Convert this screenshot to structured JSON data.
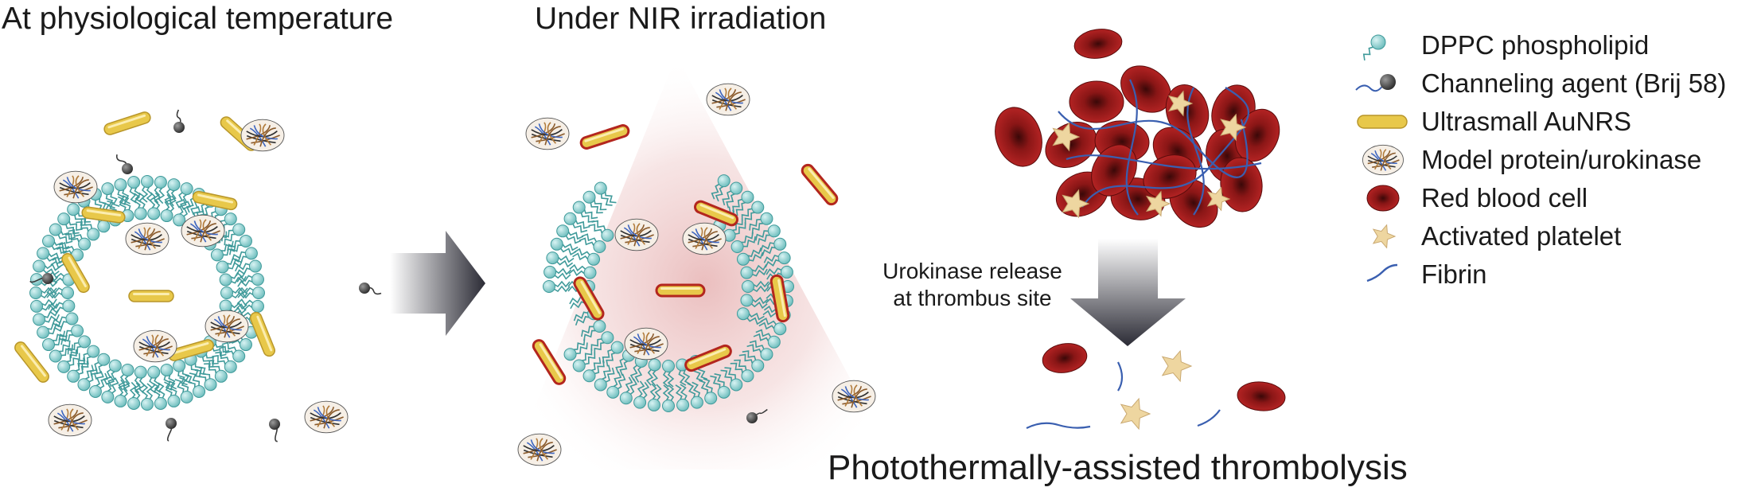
{
  "headings": {
    "left": "At physiological temperature",
    "middle": "Under NIR irradiation",
    "bottom": "Photothermally-assisted thrombolysis"
  },
  "release_note": {
    "line1": "Urokinase release",
    "line2": "at thrombus site"
  },
  "legend": [
    {
      "icon": "dppc-phospholipid-icon",
      "label": "DPPC phospholipid"
    },
    {
      "icon": "channeling-agent-icon",
      "label": "Channeling agent (Brij 58)"
    },
    {
      "icon": "gold-nanorod-icon",
      "label": "Ultrasmall AuNRS"
    },
    {
      "icon": "protein-icon",
      "label": "Model protein/urokinase"
    },
    {
      "icon": "red-blood-cell-icon",
      "label": "Red blood cell"
    },
    {
      "icon": "platelet-icon",
      "label": "Activated platelet"
    },
    {
      "icon": "fibrin-icon",
      "label": "Fibrin"
    }
  ],
  "colors": {
    "lipid_head": "#7cc9c9",
    "lipid_head_stroke": "#3f9a9a",
    "nanorod_fill": "#e8c84a",
    "nanorod_stroke_heated": "#b3261e",
    "rbc": "#9c1c1c",
    "platelet": "#eed6a0",
    "fibrin": "#3a5fb0",
    "channel_agent": "#555555",
    "nir_glow": "#e9b8b8"
  }
}
